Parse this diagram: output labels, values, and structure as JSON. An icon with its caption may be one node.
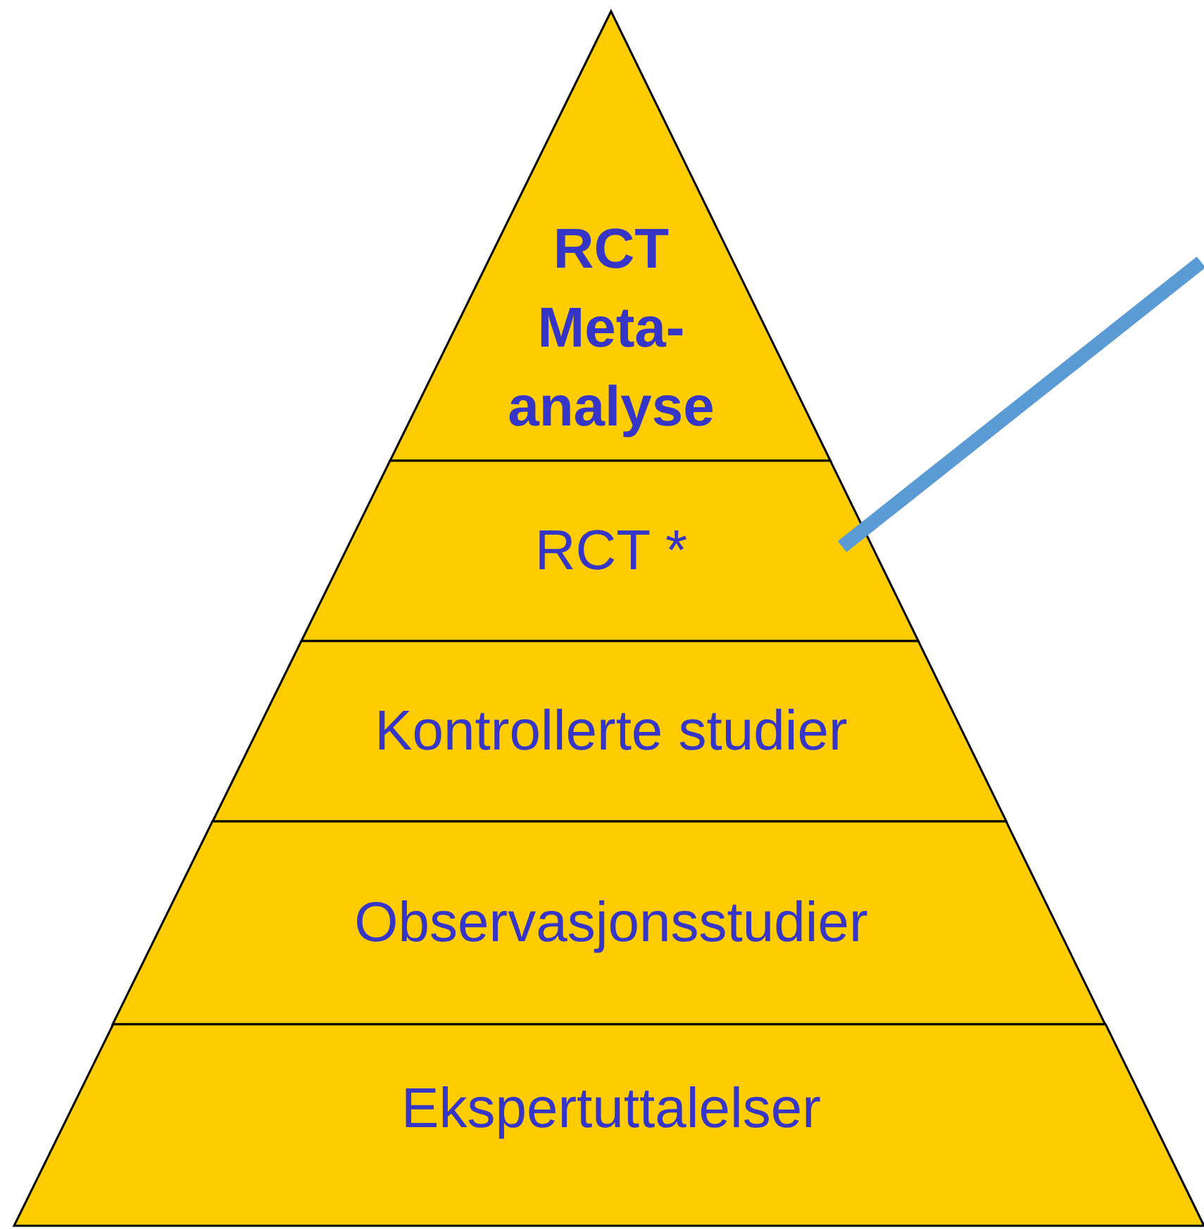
{
  "diagram": {
    "nodes": [
      {
        "text": [
          "RCT Meta-analyse"
        ]
      },
      {
        "text": [
          "RCT *"
        ]
      },
      {
        "text": [
          "Kontrollerte studier"
        ]
      },
      {
        "text": [
          "Observasjonsstudier"
        ]
      },
      {
        "text": [
          "Ekspertuttalelser"
        ]
      }
    ],
    "edges": [
      {
        "from": null,
        "to": 1,
        "arrow": "none",
        "color": "#5b9bd5"
      }
    ]
  }
}
